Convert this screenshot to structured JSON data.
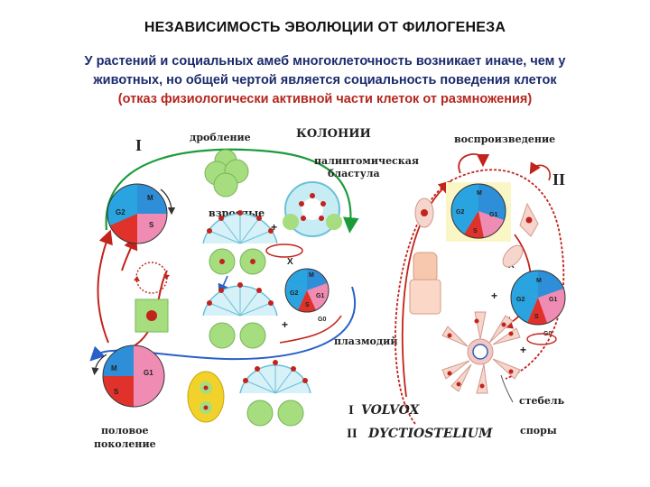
{
  "title": "НЕЗАВИСИМОСТЬ ЭВОЛЮЦИИ ОТ ФИЛОГЕНЕЗА",
  "subtitle_line1": "У растений и социальных амеб многоклеточность возникает иначе, чем у",
  "subtitle_line2": "животных, но общей чертой является социальность поведения клеток",
  "subtitle_line3": "(отказ физиологически активной части клеток от размножения)",
  "labels": {
    "roman_one": "I",
    "roman_two": "II",
    "drobleniye": "дробление",
    "kolonii": "КОЛОНИИ",
    "vosproizvedenie": "воспроизведение",
    "palintomicheskaya": "палинтомическая",
    "blastula": "бластула",
    "vzroslye": "взрослые",
    "plazmodiy": "плазмодий",
    "steble": "стебель",
    "spory": "споры",
    "polovoe": "половое",
    "pokolenie": "поколение",
    "legend_one_num": "I",
    "legend_one": "VOLVOX",
    "legend_two_num": "II",
    "legend_two": "DYCTIOSTELIUM"
  },
  "cycle_labels": {
    "m": "M",
    "g1": "G1",
    "g2": "G2",
    "s": "S",
    "g0": "G0",
    "x": "X",
    "plus": "+",
    "minus": "–"
  },
  "colors": {
    "phase_m": "#2e8fd8",
    "phase_g1": "#f08cb4",
    "phase_g2": "#2aa4e0",
    "phase_s": "#e0322b",
    "arrow_green": "#1c9b3a",
    "arrow_blue": "#2a60c8",
    "arrow_red": "#c2231b",
    "colony_green": "#8ccf6b",
    "colony_cyan": "#aee6f0"
  }
}
